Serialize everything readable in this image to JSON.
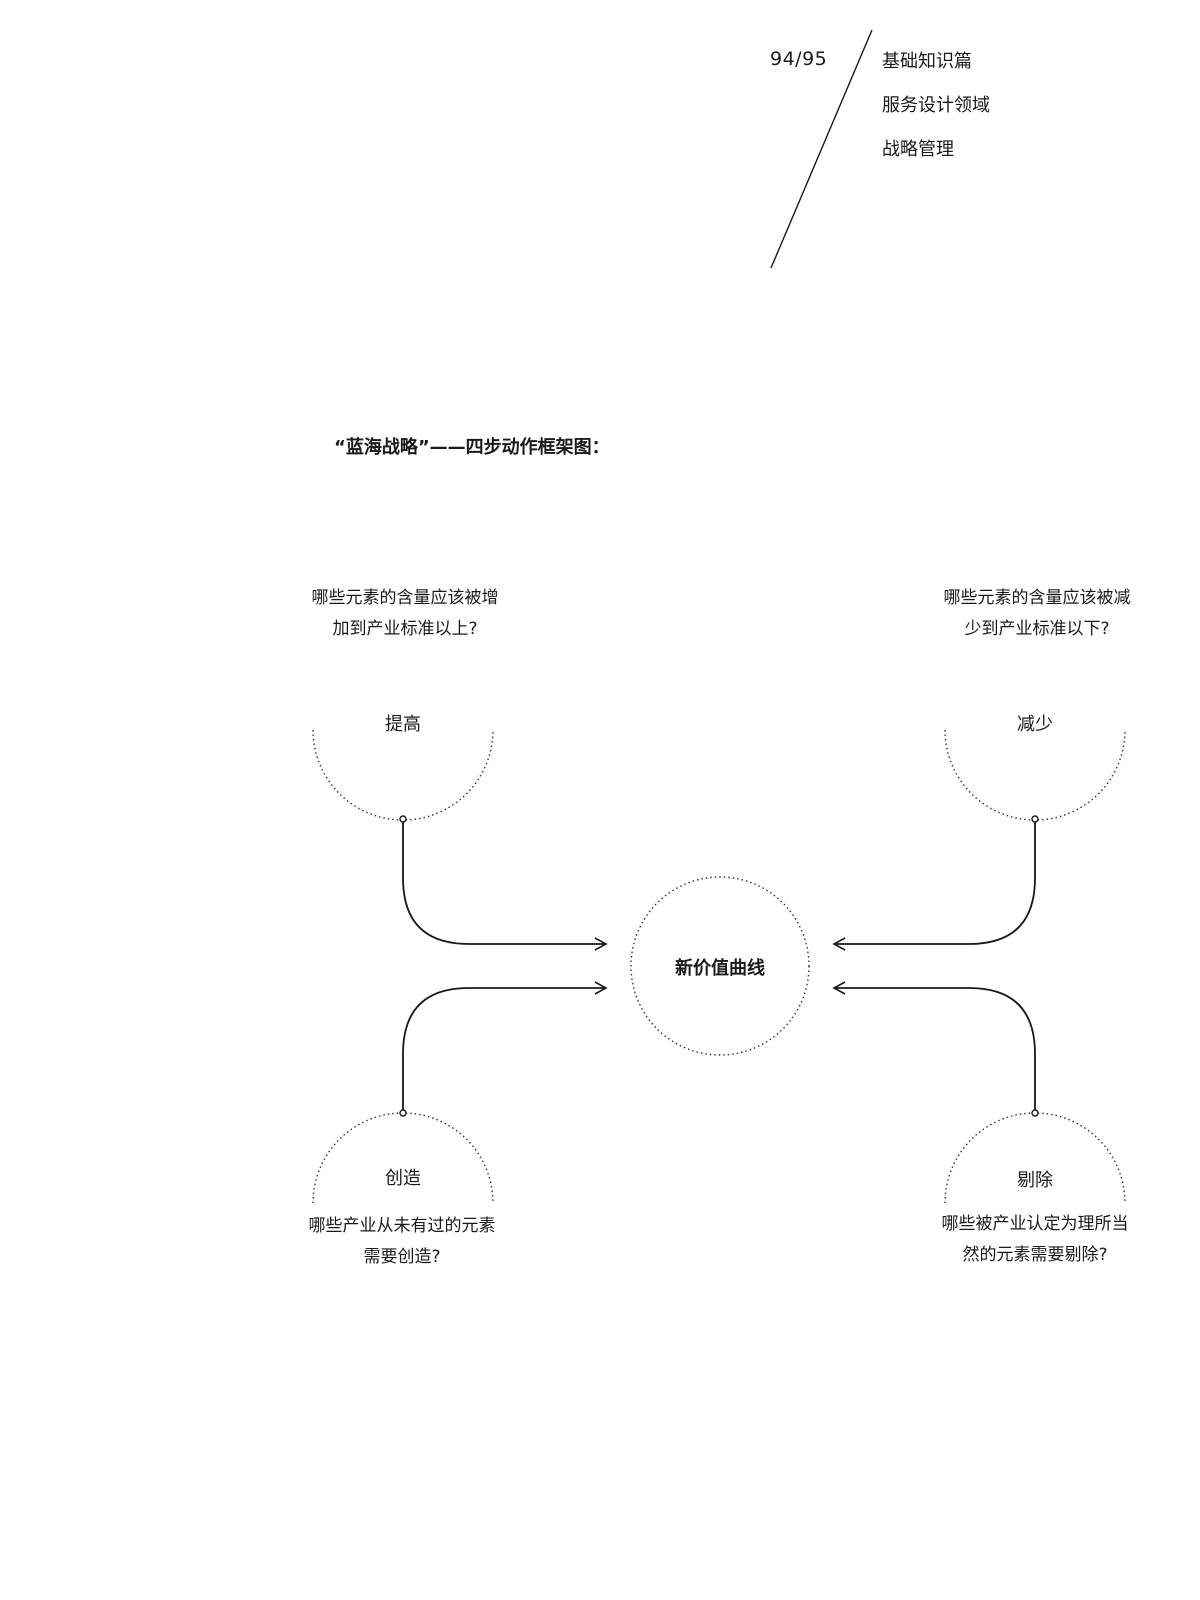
{
  "header": {
    "page_number": "94/95",
    "breadcrumbs": [
      "基础知识篇",
      "服务设计领域",
      "战略管理"
    ]
  },
  "figure": {
    "title": "“蓝海战略”——四步动作框架图：",
    "center": "新价值曲线",
    "actions": {
      "raise": {
        "label": "提高",
        "question": "哪些元素的含量应该被增加到产业标准以上?"
      },
      "reduce": {
        "label": "减少",
        "question": "哪些元素的含量应该被减少到产业标准以下?"
      },
      "create": {
        "label": "创造",
        "question": "哪些产业从未有过的元素需要创造?"
      },
      "eliminate": {
        "label": "剔除",
        "question": "哪些被产业认定为理所当然的元素需要剔除?"
      }
    }
  }
}
